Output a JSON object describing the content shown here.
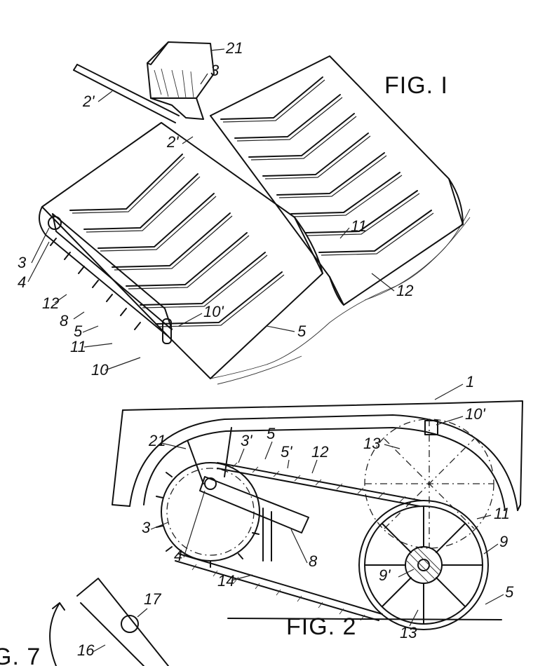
{
  "figures": {
    "fig1": {
      "label": "FIG. I"
    },
    "fig2": {
      "label": "FIG. 2"
    },
    "fig3_partial": {
      "label": "G. 7"
    }
  },
  "fig1_refs": [
    "21",
    "3",
    "2'",
    "2'",
    "3",
    "4",
    "12",
    "8",
    "5",
    "11",
    "10",
    "10'",
    "5",
    "11",
    "12"
  ],
  "fig2_refs": [
    "1",
    "10'",
    "21",
    "3'",
    "5",
    "5'",
    "12",
    "13",
    "3",
    "4",
    "8",
    "14",
    "11",
    "9",
    "9'",
    "5",
    "13"
  ],
  "fig3_refs": [
    "17",
    "16"
  ]
}
